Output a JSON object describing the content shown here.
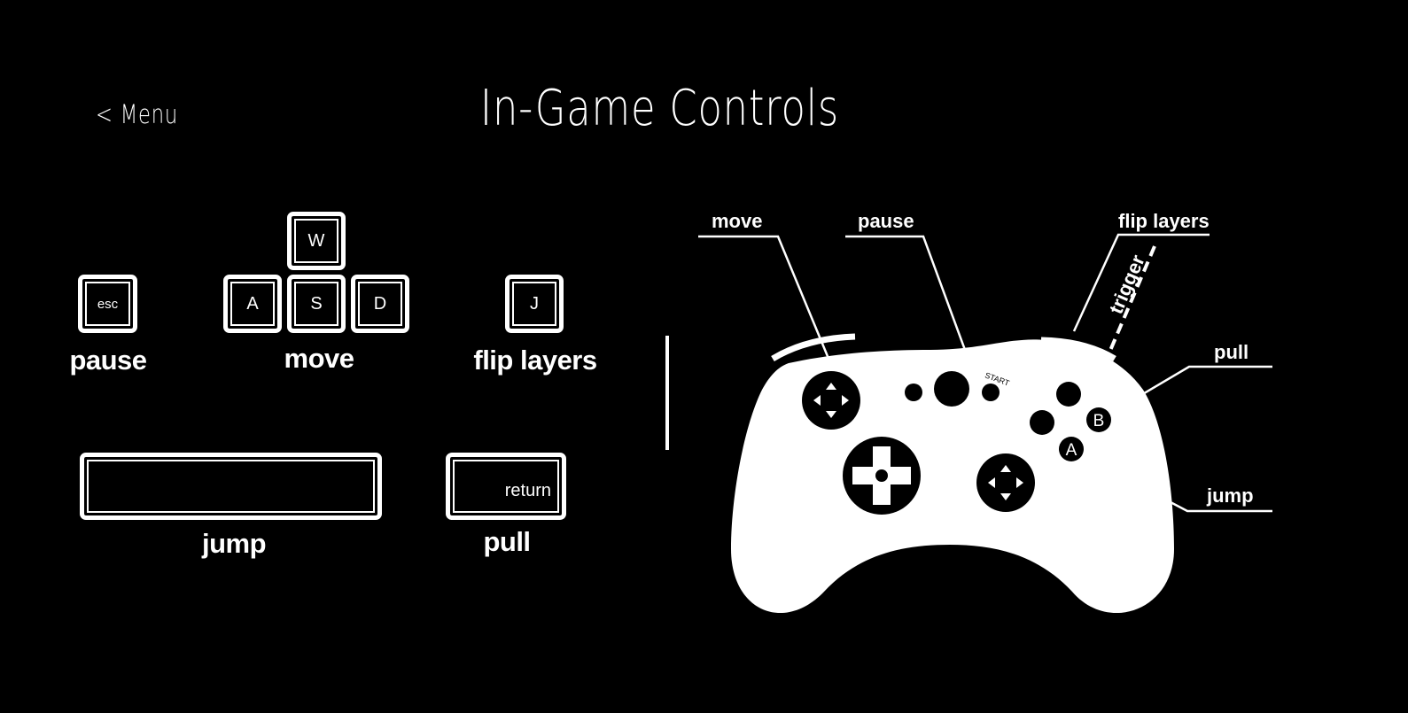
{
  "header": {
    "back_label": "< Menu",
    "title": "In-Game Controls"
  },
  "keyboard": {
    "keys": {
      "esc": "esc",
      "w": "W",
      "a": "A",
      "s": "S",
      "d": "D",
      "j": "J",
      "space": "",
      "return": "return"
    },
    "labels": {
      "pause": "pause",
      "move": "move",
      "flip_layers": "flip layers",
      "jump": "jump",
      "pull": "pull"
    }
  },
  "gamepad": {
    "callouts": {
      "move": "move",
      "pause": "pause",
      "flip_layers": "flip layers",
      "pull": "pull",
      "jump": "jump"
    },
    "trigger_label": "trigger",
    "start_label": "START",
    "button_a": "A",
    "button_b": "B",
    "body_color": "#ffffff",
    "background_color": "#000000"
  }
}
